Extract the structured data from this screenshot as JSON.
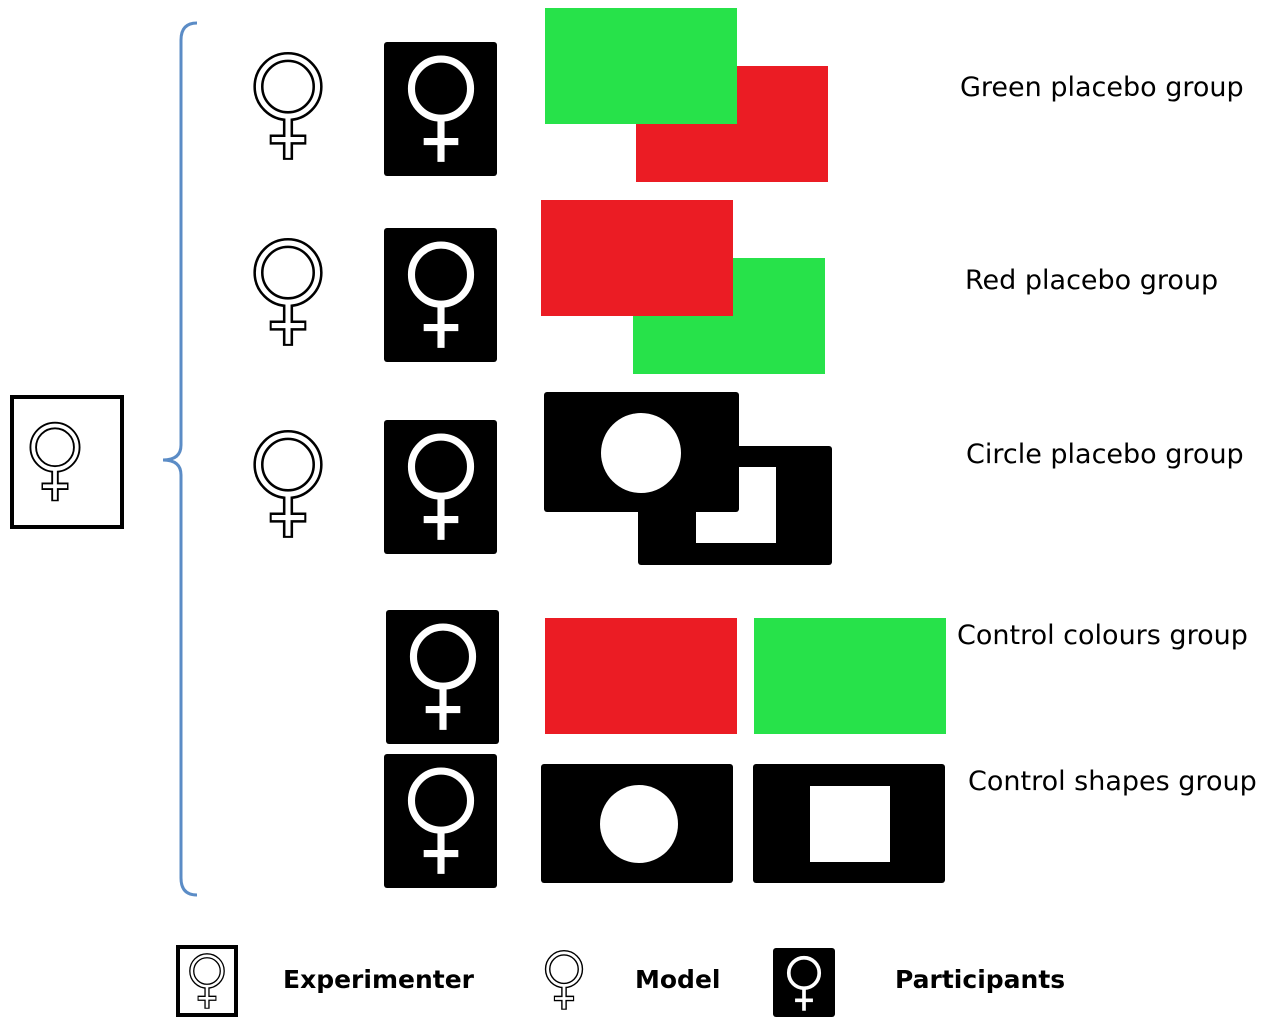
{
  "colors": {
    "green": "#27e24a",
    "red": "#eb1c24",
    "black": "#000000",
    "white": "#ffffff",
    "brace": "#5b8cc6"
  },
  "groups": [
    {
      "label": "Green placebo group",
      "has_model": true,
      "stimulus": "overlap",
      "front": "green",
      "back": "red"
    },
    {
      "label": "Red placebo group",
      "has_model": true,
      "stimulus": "overlap",
      "front": "red",
      "back": "green"
    },
    {
      "label": "Circle placebo group",
      "has_model": true,
      "stimulus": "overlap",
      "front": "circle-card",
      "back": "square-card"
    },
    {
      "label": "Control colours group",
      "has_model": false,
      "stimulus": "side-by-side",
      "left": "red",
      "right": "green"
    },
    {
      "label": "Control shapes group",
      "has_model": false,
      "stimulus": "side-by-side",
      "left": "circle-card",
      "right": "square-card"
    }
  ],
  "legend": {
    "experimenter": "Experimenter",
    "model": "Model",
    "participants": "Participants"
  },
  "icons": {
    "experimenter": "female-symbol-framed-icon",
    "model": "female-symbol-outline-icon",
    "participants": "female-symbol-inverted-icon"
  }
}
